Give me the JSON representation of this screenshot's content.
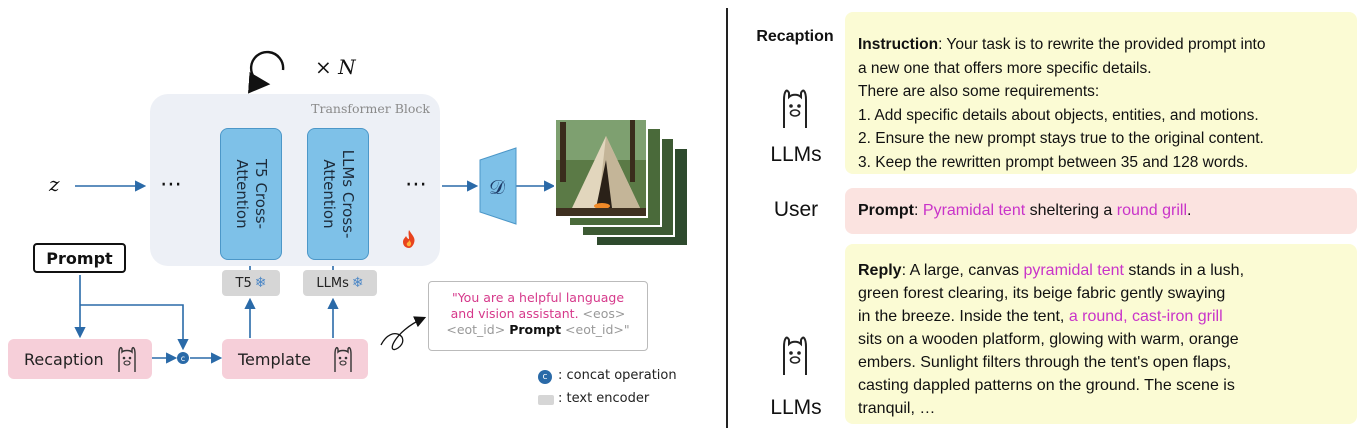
{
  "left": {
    "loop_label": "× N",
    "transformer_block_title": "Transformer Block",
    "input_symbol": "z",
    "ellipsis_left": "⋯",
    "ellipsis_right": "⋯",
    "t5_cross_attention": "T5 Cross-Attention",
    "llms_cross_attention": "LLMs Cross-Attention",
    "decoder_symbol": "𝒟",
    "prompt_label": "Prompt",
    "reception_label": "Recaption",
    "template_label": "Template",
    "t5_encoder": "T5",
    "llms_encoder": "LLMs",
    "concat_symbol": "c",
    "template_text": {
      "part1": "\"You are a helpful language",
      "part2": "and vision assistant.",
      "eos": "<eos>",
      "eot_open": "<eot_id>",
      "prompt": "Prompt",
      "eot_close": "<eot_id>\""
    },
    "legend": {
      "concat": ": concat operation",
      "encoder": ": text encoder"
    },
    "colors": {
      "attention_block": "#7ec1e8",
      "pink_box": "#f6cfd9",
      "transformer_bg": "#edf0f6",
      "arrow": "#2a6aa8"
    }
  },
  "right": {
    "recaption_title": "Recaption",
    "llms_label_top": "LLMs",
    "user_label": "User",
    "llms_label_bottom": "LLMs",
    "instruction": {
      "bold": "Instruction",
      "lines": [
        ": Your task is to rewrite the provided prompt into",
        "a new one that offers more specific details.",
        "There are also some requirements:",
        "1. Add specific details about objects, entities, and motions.",
        "2. Ensure the new prompt stays true to the original content.",
        "3. Keep the rewritten prompt between 35 and 128 words."
      ]
    },
    "prompt": {
      "bold": "Prompt",
      "colon": ": ",
      "hl1": "Pyramidal tent",
      "mid": " sheltering a ",
      "hl2": "round grill",
      "end": "."
    },
    "reply": {
      "bold": "Reply",
      "l1a": ": A large, canvas ",
      "l1hl": "pyramidal tent",
      "l1b": " stands in a lush,",
      "l2": "green forest clearing, its beige fabric gently swaying",
      "l3a": "in the breeze. Inside the tent, ",
      "l3hl": "a round, cast-iron grill",
      "l4": "sits on a wooden platform, glowing with warm, orange",
      "l5": "embers. Sunlight filters through the tent's open flaps,",
      "l6": "casting dappled patterns on the ground. The scene is",
      "l7": "tranquil, …"
    },
    "colors": {
      "yellow_panel": "#fbfbd4",
      "pink_panel": "#fbe3e0",
      "highlight": "#c934c9"
    }
  }
}
